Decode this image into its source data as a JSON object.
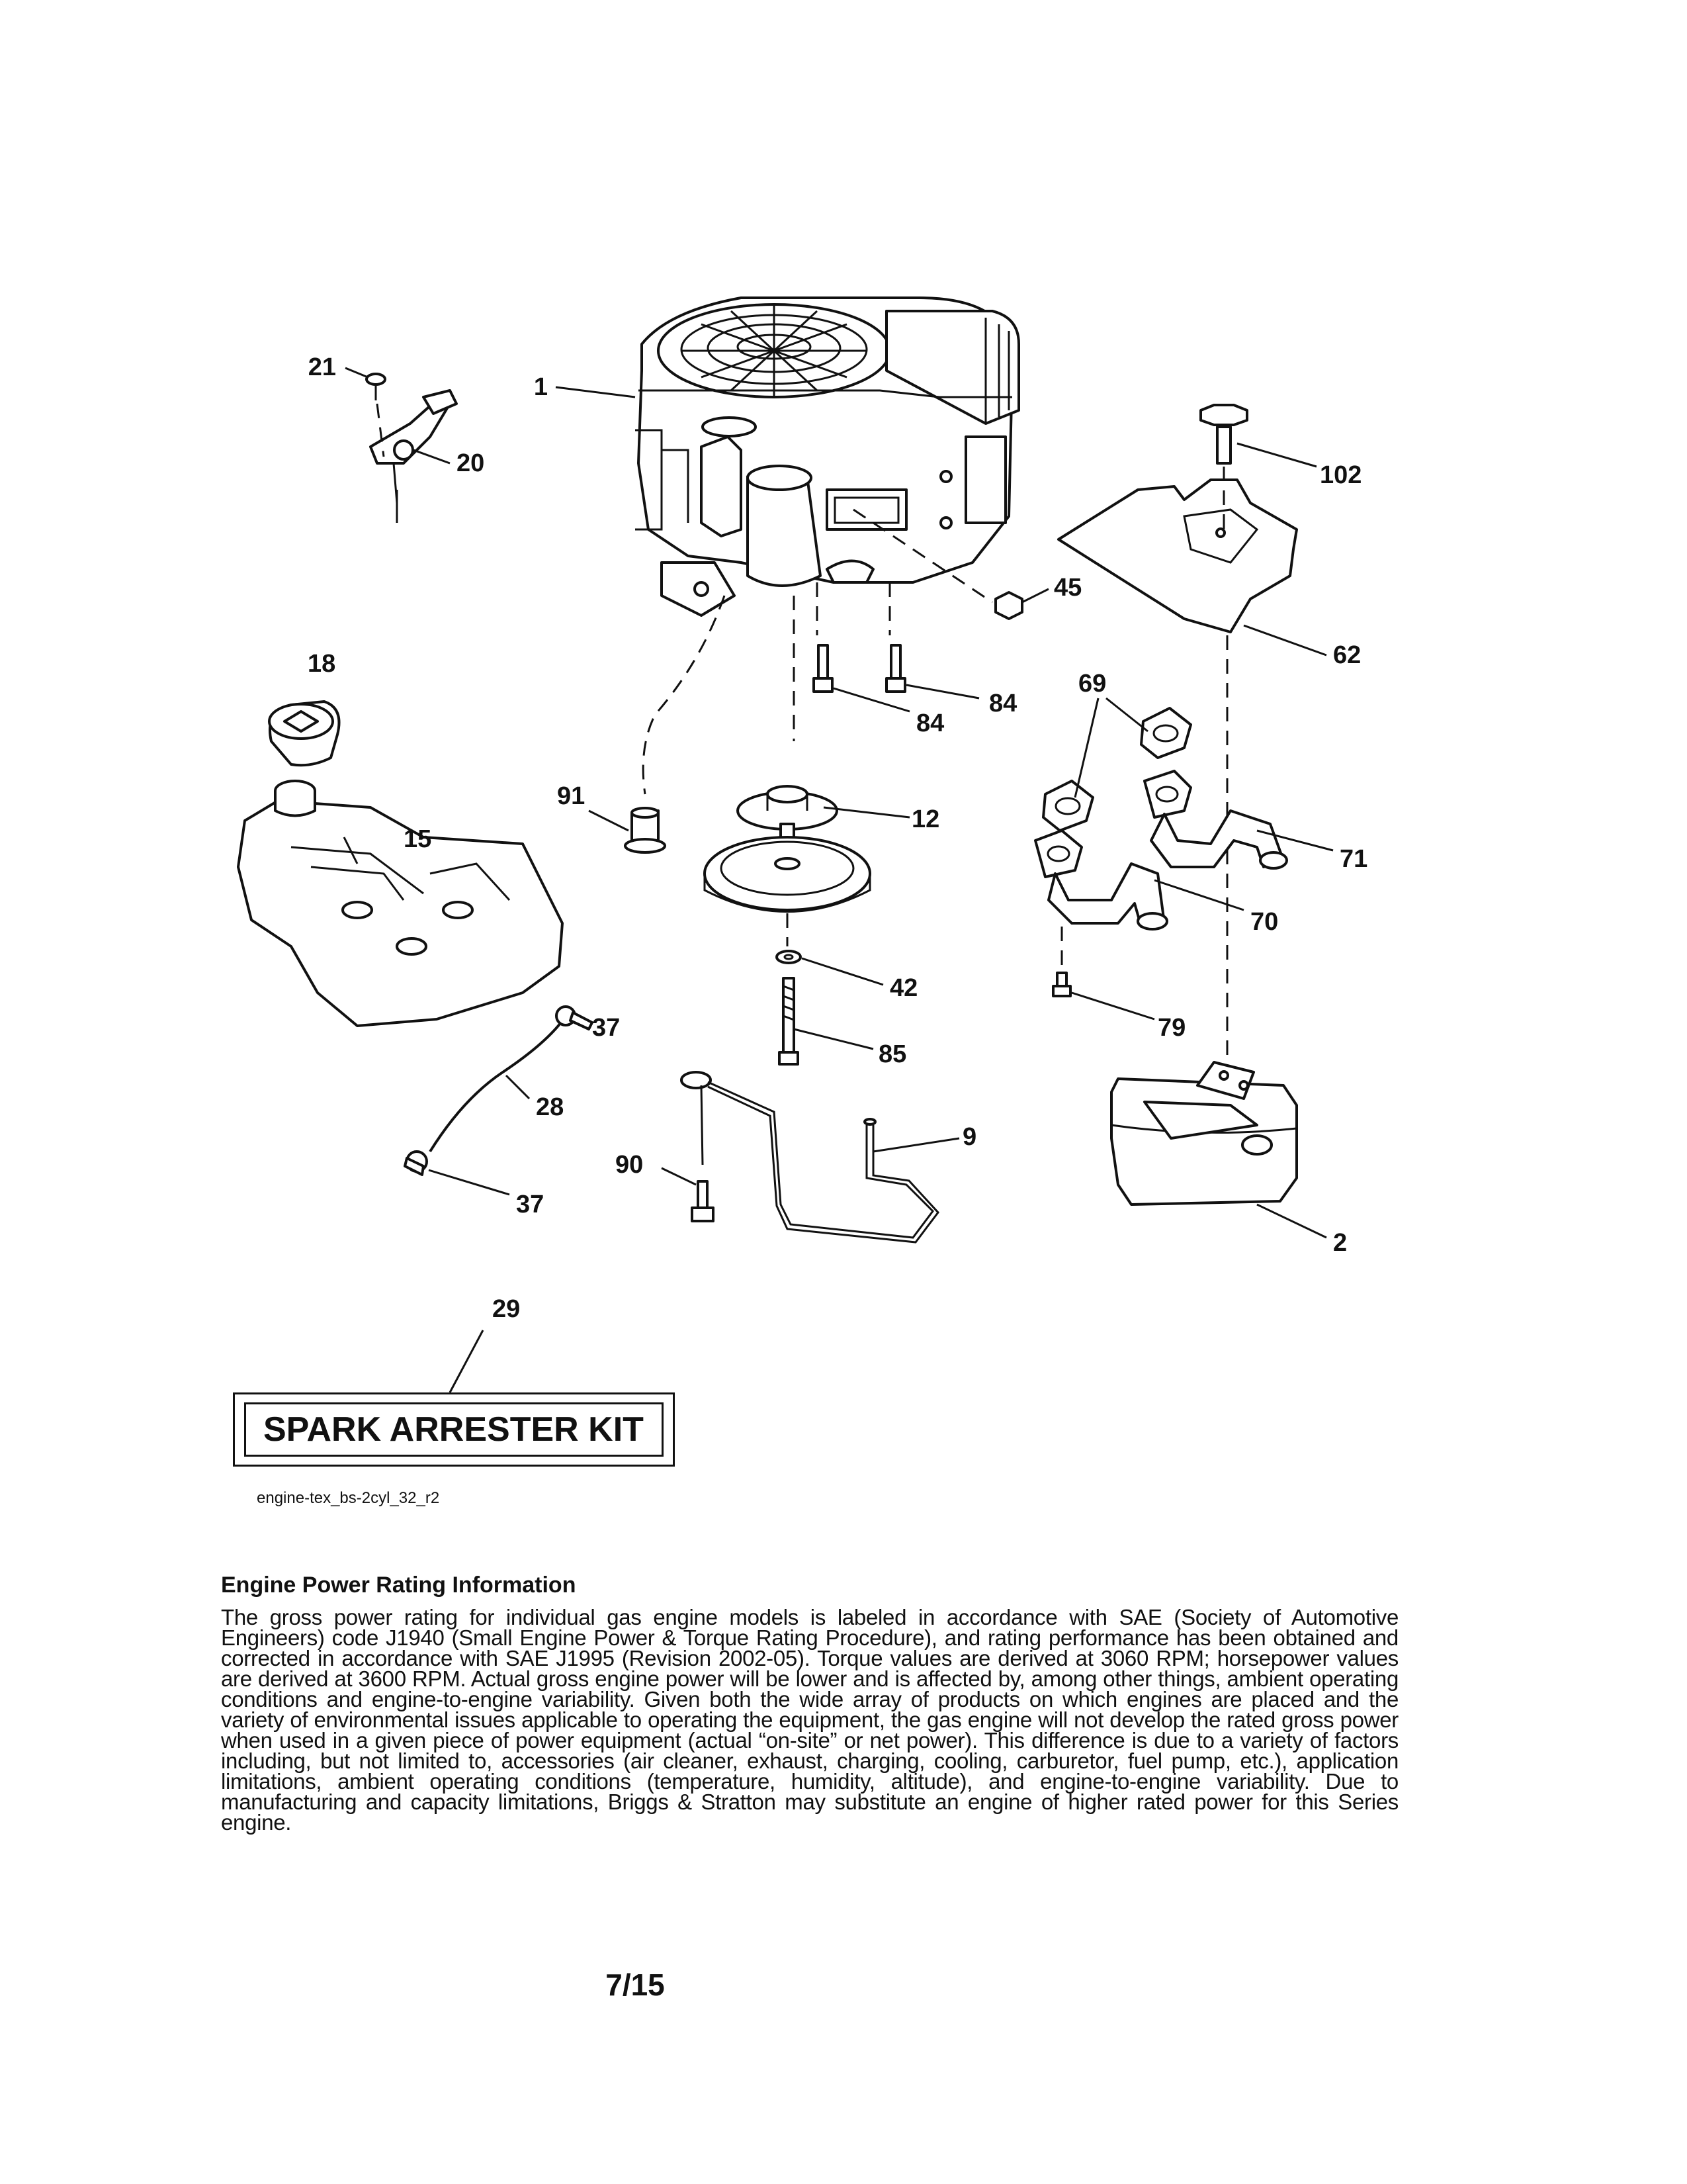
{
  "diagram": {
    "callouts": {
      "c1": "1",
      "c2": "2",
      "c9": "9",
      "c12": "12",
      "c15": "15",
      "c18": "18",
      "c20": "20",
      "c21": "21",
      "c28": "28",
      "c29": "29",
      "c37a": "37",
      "c37b": "37",
      "c42": "42",
      "c45": "45",
      "c62": "62",
      "c69": "69",
      "c70": "70",
      "c71": "71",
      "c79": "79",
      "c84a": "84",
      "c84b": "84",
      "c85": "85",
      "c90": "90",
      "c91": "91",
      "c102": "102"
    },
    "kit_label": "SPARK ARRESTER KIT",
    "code": "engine-tex_bs-2cyl_32_r2"
  },
  "info": {
    "heading": "Engine Power Rating Information",
    "body": "The gross power rating for individual gas engine models is labeled in accordance with SAE (Society of Automotive Engineers) code J1940 (Small Engine Power & Torque Rating Procedure), and rating performance has been obtained and corrected in accordance with SAE J1995 (Revision 2002-05). Torque values are derived at 3060 RPM; horsepower values are derived at 3600 RPM. Actual gross engine power will be lower and is affected by, among other things, ambient operating conditions and engine-to-engine variability. Given both the wide array of products on which engines are placed and the variety of environmental issues applicable to operating the equipment, the gas engine will not develop the rated gross power when used in a given piece of power equipment (actual “on-site” or net power). This difference is due to a variety of factors including, but not limited to, accessories (air cleaner, exhaust, charging, cooling, carburetor, fuel pump, etc.), application limitations, ambient operating conditions (temperature, humidity, altitude), and engine-to-engine variability. Due to manufacturing and capacity limitations, Briggs & Stratton may substitute an engine of higher rated power for this Series engine."
  },
  "page_number": "7/15"
}
